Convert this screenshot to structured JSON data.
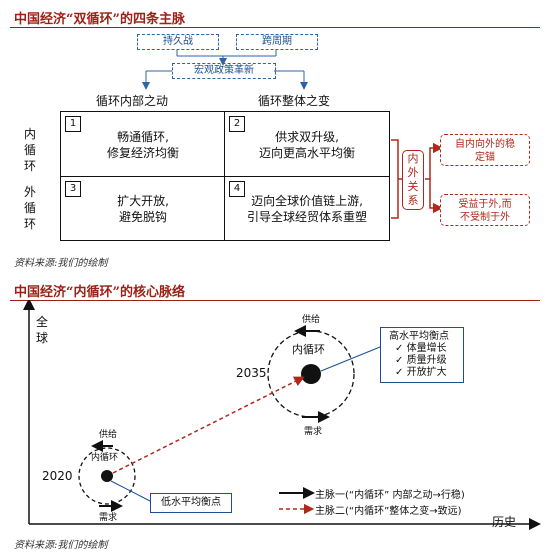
{
  "top": {
    "title": "中国经济“双循环”的四条主脉",
    "policy_a": "持久战",
    "policy_b": "跨周期",
    "policy_c": "宏观政策革新",
    "col_left": "循环内部之动",
    "col_right": "循环整体之变",
    "row_inner": [
      "内",
      "循",
      "环"
    ],
    "row_outer": [
      "外",
      "循",
      "环"
    ],
    "cells": [
      {
        "num": "1",
        "lines": [
          "畅通循环,",
          "修复经济均衡"
        ]
      },
      {
        "num": "2",
        "lines": [
          "供求双升级,",
          "迈向更高水平均衡"
        ]
      },
      {
        "num": "3",
        "lines": [
          "扩大开放,",
          "避免脱钩"
        ]
      },
      {
        "num": "4",
        "lines": [
          "迈向全球价值链上游,",
          "引导全球经贸体系重塑"
        ]
      }
    ],
    "relation": [
      "内",
      "外",
      "关",
      "系"
    ],
    "relation_a": [
      "自内向外的稳",
      "定锚"
    ],
    "relation_b": [
      "受益于外,而",
      "不受制于外"
    ],
    "source": "资料来源:我们的绘制"
  },
  "bottom": {
    "title": "中国经济“内循环”的核心脉络",
    "y_axis": [
      "全",
      "球"
    ],
    "x_axis": "历史",
    "year_2020": "2020",
    "year_2035": "2035",
    "small_loop": {
      "label": "内循环",
      "supply": "供给",
      "demand": "需求"
    },
    "big_loop": {
      "label": "内循环",
      "supply": "供给",
      "demand": "需求"
    },
    "low_callout": "低水平均衡点",
    "high_callout": {
      "title": "高水平均衡点",
      "items": [
        "体量增长",
        "质量升级",
        "开放扩大"
      ],
      "check": "✓"
    },
    "legend_1": "主脉一(“内循环” 内部之动→行稳)",
    "legend_2": "主脉二(“内循环”整体之变→致远)",
    "source": "资料来源:我们的绘制",
    "colors": {
      "red": "#b0281c",
      "blue": "#1c4f91",
      "black": "#111111"
    }
  }
}
